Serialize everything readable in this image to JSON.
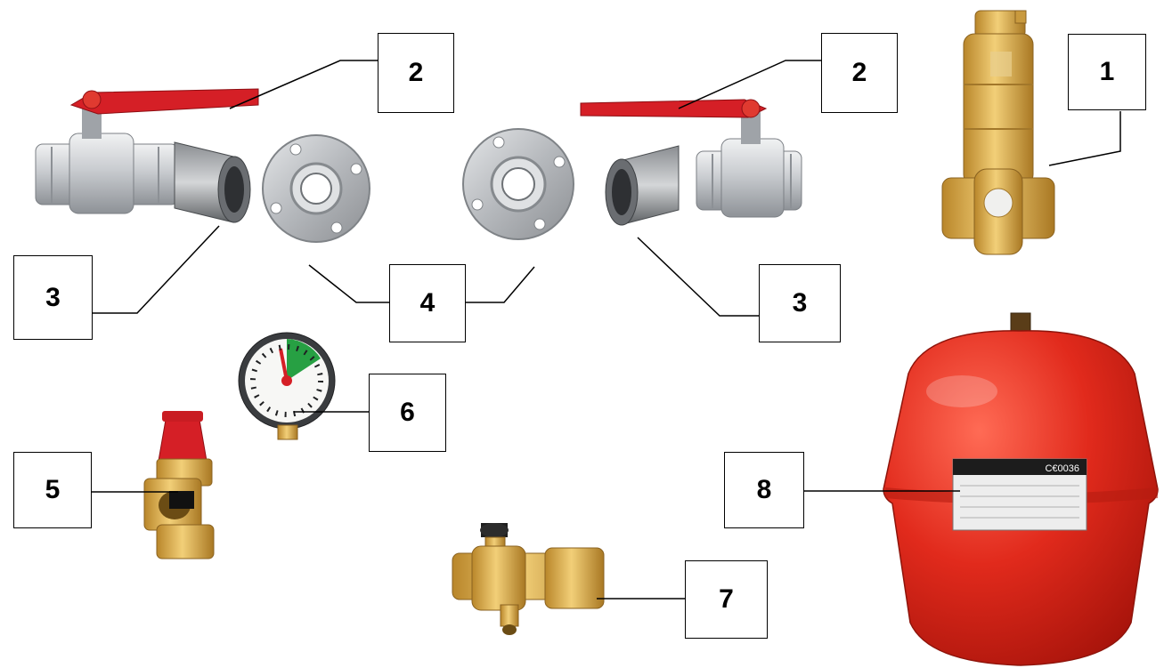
{
  "callouts": {
    "c1": "1",
    "c2_left": "2",
    "c2_right": "2",
    "c3_left": "3",
    "c3_right": "3",
    "c4": "4",
    "c5": "5",
    "c6": "6",
    "c7": "7",
    "c8": "8"
  },
  "tank_plate": {
    "mark": "C€0036"
  },
  "colors": {
    "handle_red": "#d51f26",
    "tank_red": "#e12a1c",
    "brass": "#d9a640",
    "chrome": "#c8cbcf",
    "steel": "#b9bcc0",
    "dark_steel": "#5a5d60"
  }
}
